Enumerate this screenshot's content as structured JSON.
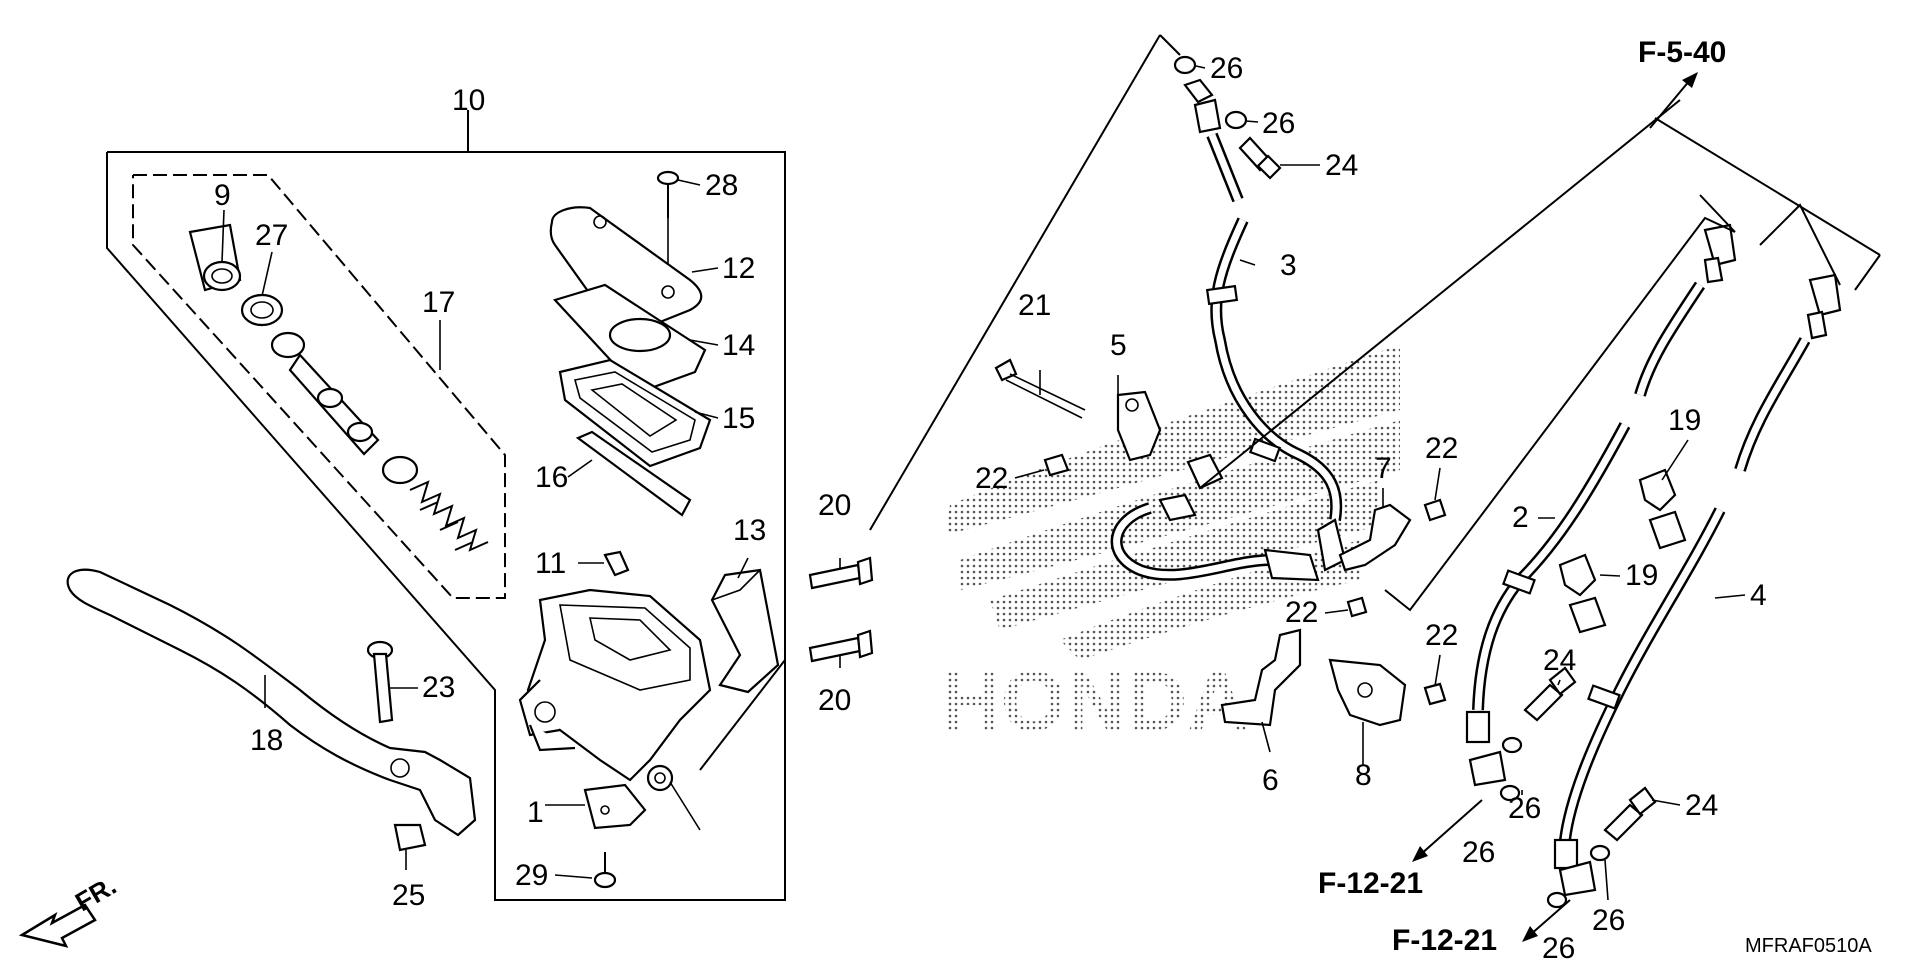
{
  "diagram": {
    "drawing_code": "MFRAF0510A",
    "watermark": "HONDA",
    "direction_marker": "FR.",
    "references": [
      {
        "id": "ref-f-5-40",
        "text": "F-5-40"
      },
      {
        "id": "ref-f-12-21-a",
        "text": "F-12-21"
      },
      {
        "id": "ref-f-12-21-b",
        "text": "F-12-21"
      }
    ],
    "callouts": [
      {
        "id": "c1",
        "text": "1"
      },
      {
        "id": "c2",
        "text": "2"
      },
      {
        "id": "c3",
        "text": "3"
      },
      {
        "id": "c4",
        "text": "4"
      },
      {
        "id": "c5",
        "text": "5"
      },
      {
        "id": "c6",
        "text": "6"
      },
      {
        "id": "c7",
        "text": "7"
      },
      {
        "id": "c8",
        "text": "8"
      },
      {
        "id": "c9",
        "text": "9"
      },
      {
        "id": "c10",
        "text": "10"
      },
      {
        "id": "c11",
        "text": "11"
      },
      {
        "id": "c12",
        "text": "12"
      },
      {
        "id": "c13",
        "text": "13"
      },
      {
        "id": "c14",
        "text": "14"
      },
      {
        "id": "c15",
        "text": "15"
      },
      {
        "id": "c16",
        "text": "16"
      },
      {
        "id": "c17",
        "text": "17"
      },
      {
        "id": "c18",
        "text": "18"
      },
      {
        "id": "c19a",
        "text": "19"
      },
      {
        "id": "c19b",
        "text": "19"
      },
      {
        "id": "c20a",
        "text": "20"
      },
      {
        "id": "c20b",
        "text": "20"
      },
      {
        "id": "c21",
        "text": "21"
      },
      {
        "id": "c22a",
        "text": "22"
      },
      {
        "id": "c22b",
        "text": "22"
      },
      {
        "id": "c22c",
        "text": "22"
      },
      {
        "id": "c22d",
        "text": "22"
      },
      {
        "id": "c23",
        "text": "23"
      },
      {
        "id": "c24a",
        "text": "24"
      },
      {
        "id": "c24b",
        "text": "24"
      },
      {
        "id": "c24c",
        "text": "24"
      },
      {
        "id": "c25",
        "text": "25"
      },
      {
        "id": "c26a",
        "text": "26"
      },
      {
        "id": "c26b",
        "text": "26"
      },
      {
        "id": "c26c",
        "text": "26"
      },
      {
        "id": "c26d",
        "text": "26"
      },
      {
        "id": "c26e",
        "text": "26"
      },
      {
        "id": "c26f",
        "text": "26"
      },
      {
        "id": "c27",
        "text": "27"
      },
      {
        "id": "c28",
        "text": "28"
      },
      {
        "id": "c29",
        "text": "29"
      }
    ]
  }
}
